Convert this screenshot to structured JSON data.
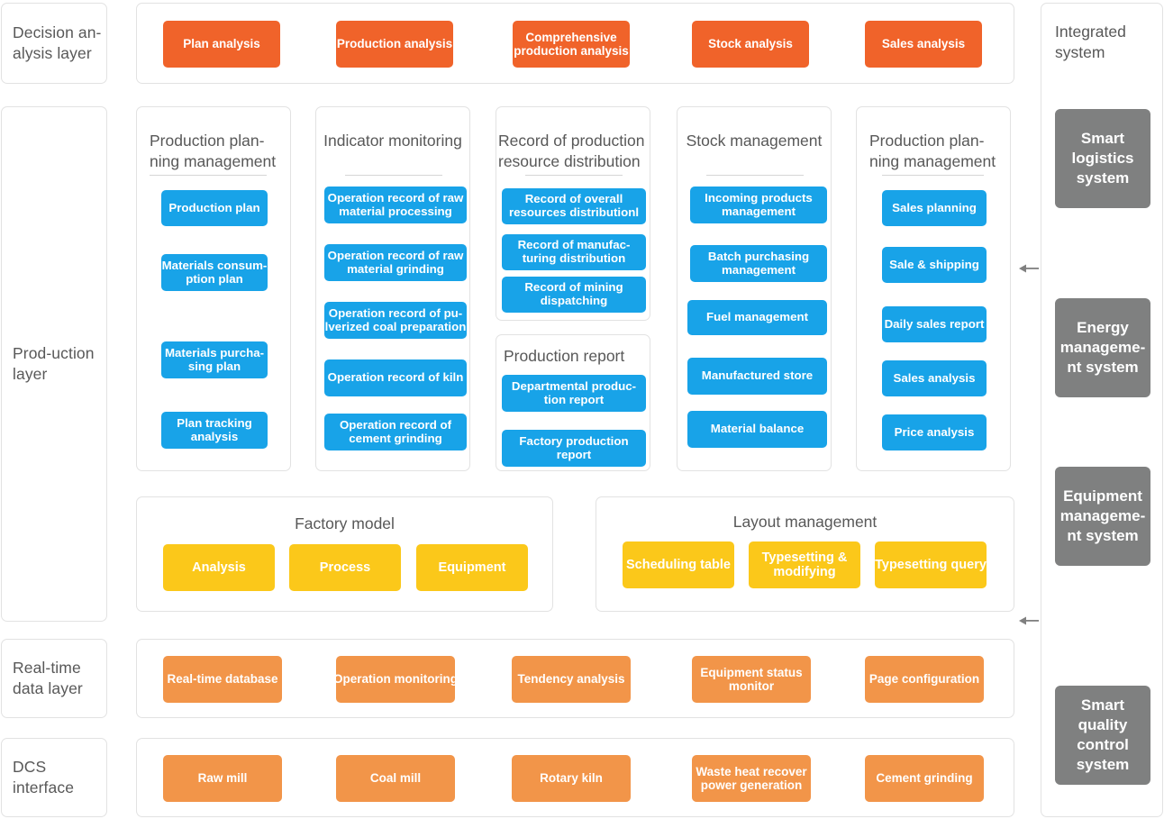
{
  "colors": {
    "orange": "#f0632a",
    "light_orange": "#f29549",
    "blue": "#18a3e8",
    "yellow": "#fbc81a",
    "gray": "#7f8080",
    "border": "#e2e2e2",
    "text": "#585858"
  },
  "layers": {
    "decision": "Decision an-alysis  layer",
    "production": "Prod-uction layer",
    "realtime": "Real-time data layer",
    "dcs": "DCS interface"
  },
  "decision_layer": {
    "items": [
      "Plan analysis",
      "Production analysis",
      "Comprehensive production analysis",
      "Stock analysis",
      "Sales analysis"
    ]
  },
  "production_layer": {
    "groups": [
      {
        "title": "Production plan-ning management",
        "items": [
          "Production plan",
          "Materials consum-ption plan",
          "Materials purcha-sing plan",
          "Plan tracking analysis"
        ]
      },
      {
        "title": "Indicator monitoring",
        "items": [
          "Operation record of raw material processing",
          "Operation record of raw material grinding",
          "Operation record of pu-lverized coal preparation",
          "Operation record of kiln",
          "Operation record of cement grinding"
        ]
      },
      {
        "title": "Record of production resource distribution",
        "items": [
          "Record of overall resources distributionl",
          "Record of manufac-turing distribution",
          "Record of mining dispatching"
        ]
      },
      {
        "title": "Production report",
        "items": [
          "Departmental produc-tion report",
          "Factory production report"
        ]
      },
      {
        "title": "Stock management",
        "items": [
          "Incoming products management",
          "Batch purchasing management",
          "Fuel management",
          "Manufactured store",
          "Material balance"
        ]
      },
      {
        "title": "Production plan-ning management",
        "items": [
          "Sales planning",
          "Sale & shipping",
          "Daily sales report",
          "Sales analysis",
          "Price analysis"
        ]
      }
    ],
    "factory_model": {
      "title": "Factory model",
      "items": [
        "Analysis",
        "Process",
        "Equipment"
      ]
    },
    "layout_management": {
      "title": "Layout management",
      "items": [
        "Scheduling table",
        "Typesetting & modifying",
        "Typesetting query"
      ]
    }
  },
  "realtime_layer": {
    "items": [
      "Real-time database",
      "Operation monitoring",
      "Tendency analysis",
      "Equipment status monitor",
      "Page configuration"
    ]
  },
  "dcs_layer": {
    "items": [
      "Raw mill",
      "Coal mill",
      "Rotary kiln",
      "Waste heat recover power generation",
      "Cement grinding"
    ]
  },
  "integrated_system": {
    "title": "Integrated system",
    "items": [
      "Smart logistics system",
      "Energy manageme-nt system",
      "Equipment manageme-nt system",
      "Smart quality control system"
    ]
  }
}
